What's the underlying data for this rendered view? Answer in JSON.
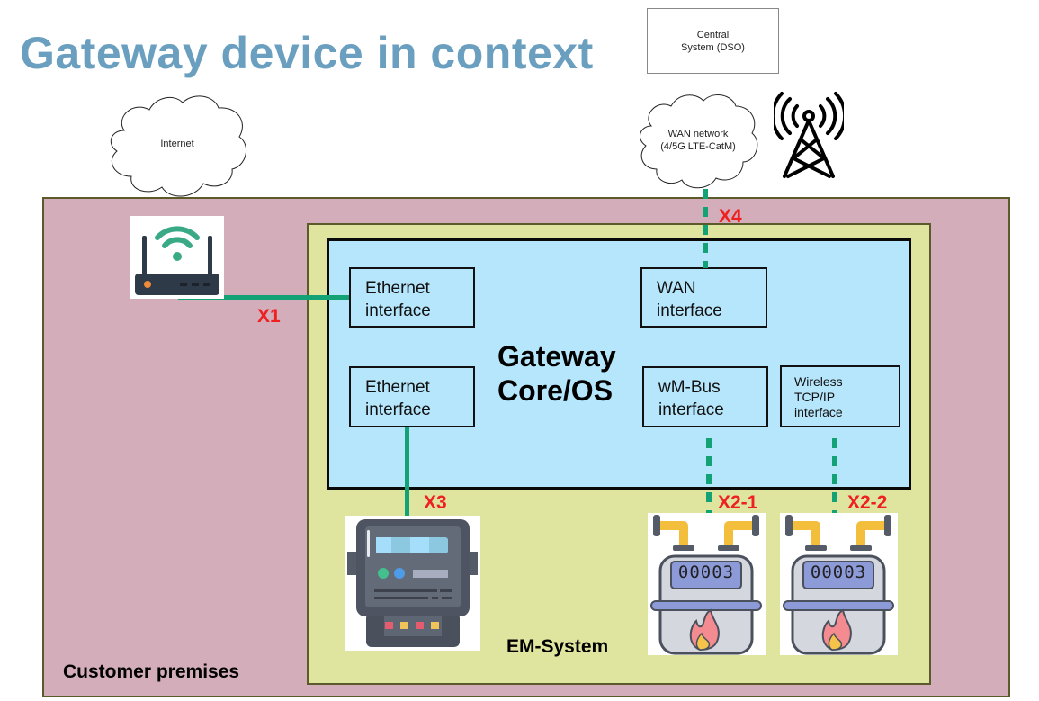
{
  "title": "Gateway device in context",
  "central_system": {
    "line1": "Central",
    "line2": "System (DSO)"
  },
  "clouds": {
    "internet": {
      "label": "Internet"
    },
    "wan": {
      "line1": "WAN network",
      "line2": "(4/5G LTE-CatM)"
    }
  },
  "icons": {
    "cell_tower": "cell-tower-icon",
    "router": "wifi-router-icon",
    "electricity_meter": "electricity-meter-icon",
    "gas_meter": "gas-meter-icon"
  },
  "zones": {
    "customer_premises": "Customer premises",
    "em_system": "EM-System"
  },
  "gateway": {
    "line1": "Gateway",
    "line2": "Core/OS",
    "interfaces": [
      {
        "id": "ethernet-1",
        "line1": "Ethernet",
        "line2": "interface"
      },
      {
        "id": "ethernet-2",
        "line1": "Ethernet",
        "line2": "interface"
      },
      {
        "id": "wan",
        "line1": "WAN",
        "line2": "interface"
      },
      {
        "id": "wmbus",
        "line1": "wM-Bus",
        "line2": "interface"
      },
      {
        "id": "wireless-tcpip",
        "line1": "Wireless",
        "line2": "TCP/IP",
        "line3": "interface"
      }
    ]
  },
  "connections": {
    "x1": "X1",
    "x2_1": "X2-1",
    "x2_2": "X2-2",
    "x3": "X3",
    "x4": "X4"
  },
  "gas_meters": [
    {
      "reading": "00003"
    },
    {
      "reading": "00003"
    }
  ],
  "colors": {
    "title": "#6a9fc0",
    "premises": "#d4adbb",
    "em_system": "#dfe59e",
    "gateway_core": "#b6e6fb",
    "link": "#13a276",
    "connection_label": "#ee2020"
  }
}
